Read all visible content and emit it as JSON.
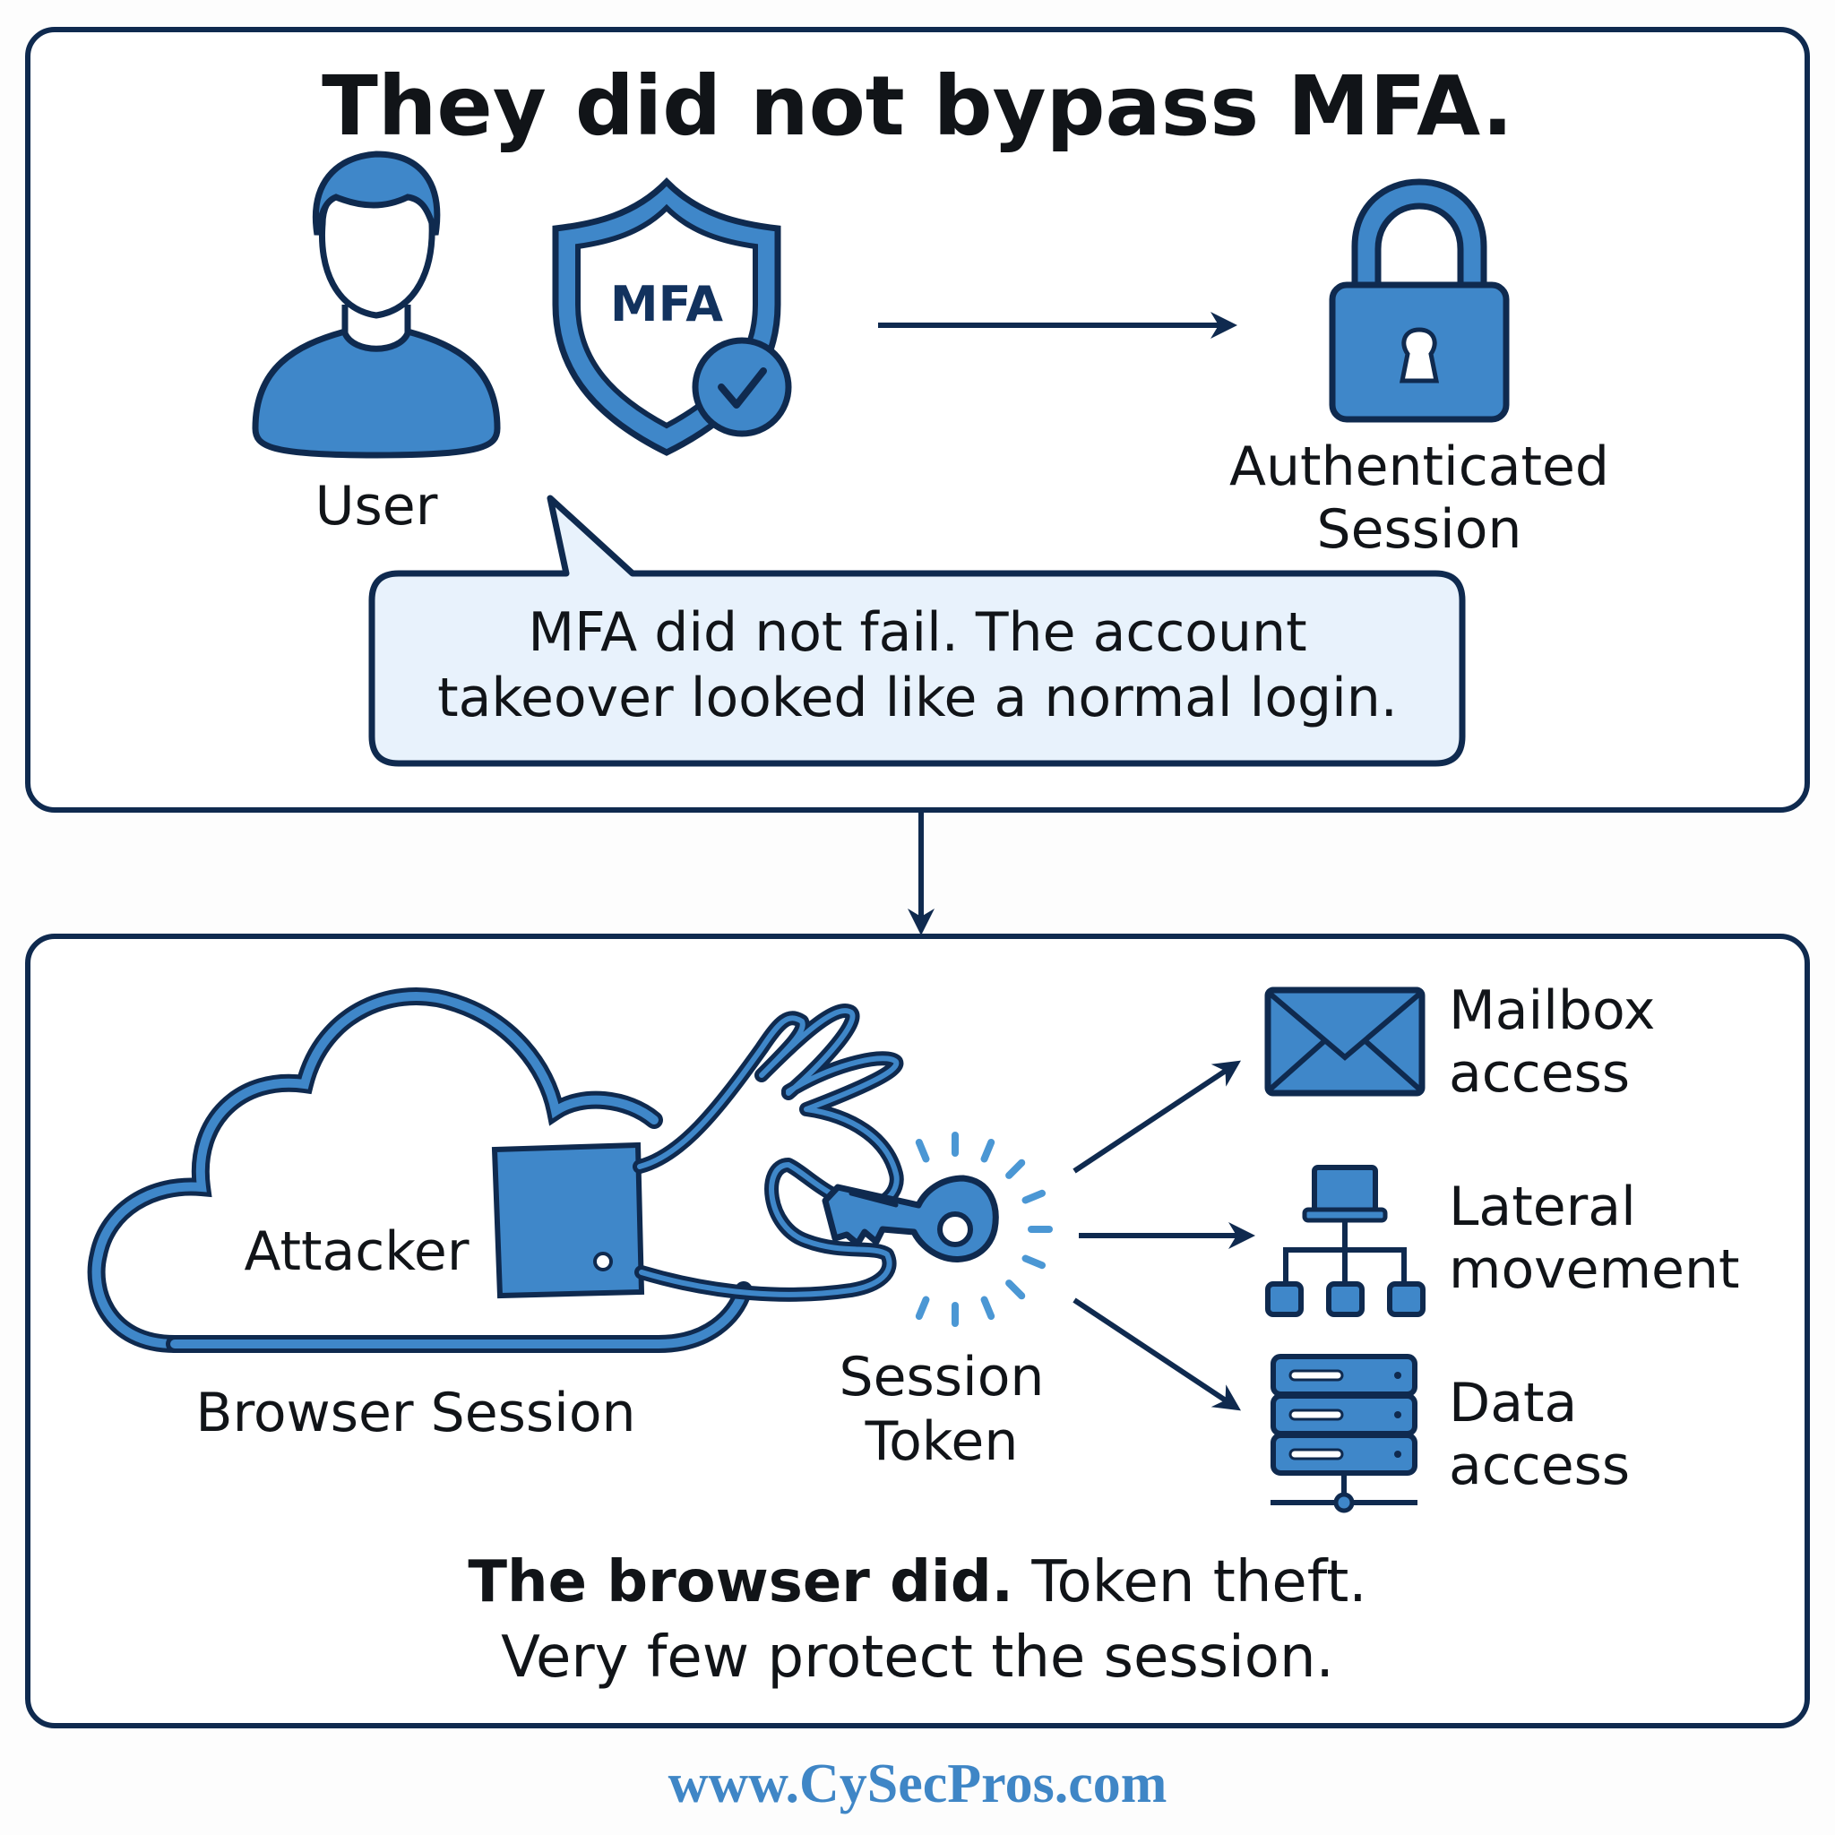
{
  "title": "They did not bypass MFA.",
  "top_panel": {
    "user_label": "User",
    "shield_label": "MFA",
    "lock_label_line1": "Authenticated",
    "lock_label_line2": "Session",
    "bubble_line1": "MFA did not fail. The account",
    "bubble_line2": "takeover looked like a normal login."
  },
  "bottom_panel": {
    "attacker_label": "Attacker",
    "cloud_label": "Browser Session",
    "token_label_line1": "Session",
    "token_label_line2": "Token",
    "outcomes": [
      {
        "icon": "envelope-icon",
        "line1": "Mailbox",
        "line2": "access"
      },
      {
        "icon": "network-icon",
        "line1": "Lateral",
        "line2": "movement"
      },
      {
        "icon": "server-icon",
        "line1": "Data",
        "line2": "access"
      }
    ],
    "summary_bold": "The browser did.",
    "summary_rest": " Token theft.",
    "summary_line2": "Very few protect the session."
  },
  "footer": {
    "website": "www.CySecPros.com"
  },
  "colors": {
    "navy": "#0f2a4f",
    "blue": "#3f87c9",
    "light_blue": "#e8f2fc",
    "ray_blue": "#4b97d4",
    "link_blue": "#3f86c6"
  }
}
